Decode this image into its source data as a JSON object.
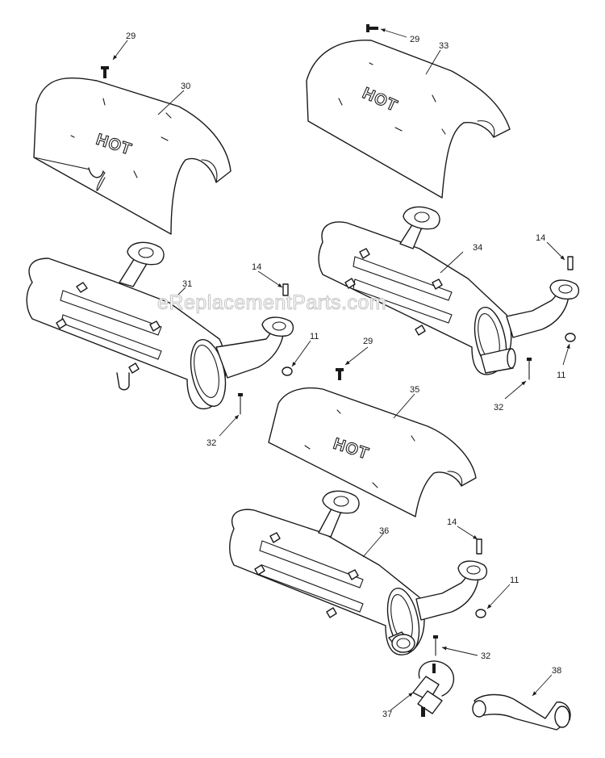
{
  "watermark": "eReplacementParts.com",
  "shield_marking": "HOT",
  "callouts": {
    "c29a": "29",
    "c30": "30",
    "c31": "31",
    "c14a": "14",
    "c11a": "11",
    "c32a": "32",
    "c29b": "29",
    "c33": "33",
    "c34": "34",
    "c14b": "14",
    "c11b": "11",
    "c32b": "32",
    "c29c": "29",
    "c35": "35",
    "c36": "36",
    "c14c": "14",
    "c11c": "11",
    "c32c": "32",
    "c37": "37",
    "c38": "38"
  }
}
